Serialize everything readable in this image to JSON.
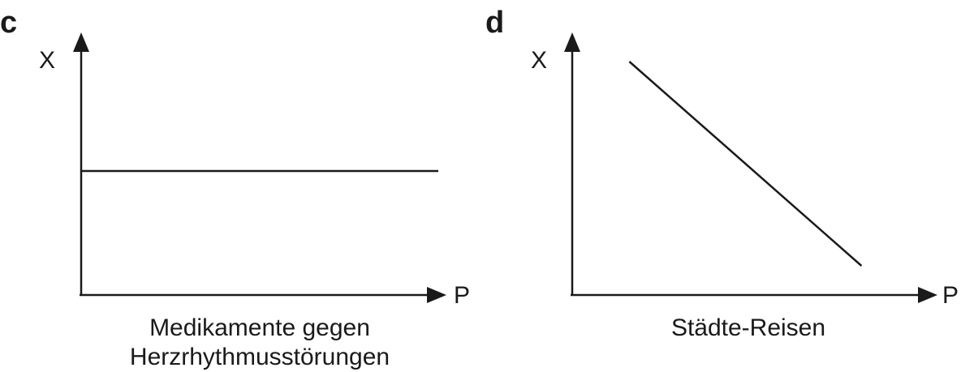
{
  "chart_data": [
    {
      "type": "line",
      "panel_label": "c",
      "xlabel": "P",
      "ylabel": "X",
      "caption": [
        "Medikamente gegen",
        "Herzrhythmusstörungen"
      ],
      "grid": false,
      "xlim": [
        0,
        1
      ],
      "ylim": [
        0,
        1
      ],
      "series": [
        {
          "x": [
            0,
            1
          ],
          "y": [
            0.51,
            0.51
          ]
        }
      ]
    },
    {
      "type": "line",
      "panel_label": "d",
      "xlabel": "P",
      "ylabel": "X",
      "caption": [
        "Städte-Reisen"
      ],
      "grid": false,
      "xlim": [
        0,
        1
      ],
      "ylim": [
        0,
        1
      ],
      "series": [
        {
          "x": [
            0.16,
            0.81
          ],
          "y": [
            0.96,
            0.12
          ]
        }
      ]
    }
  ]
}
